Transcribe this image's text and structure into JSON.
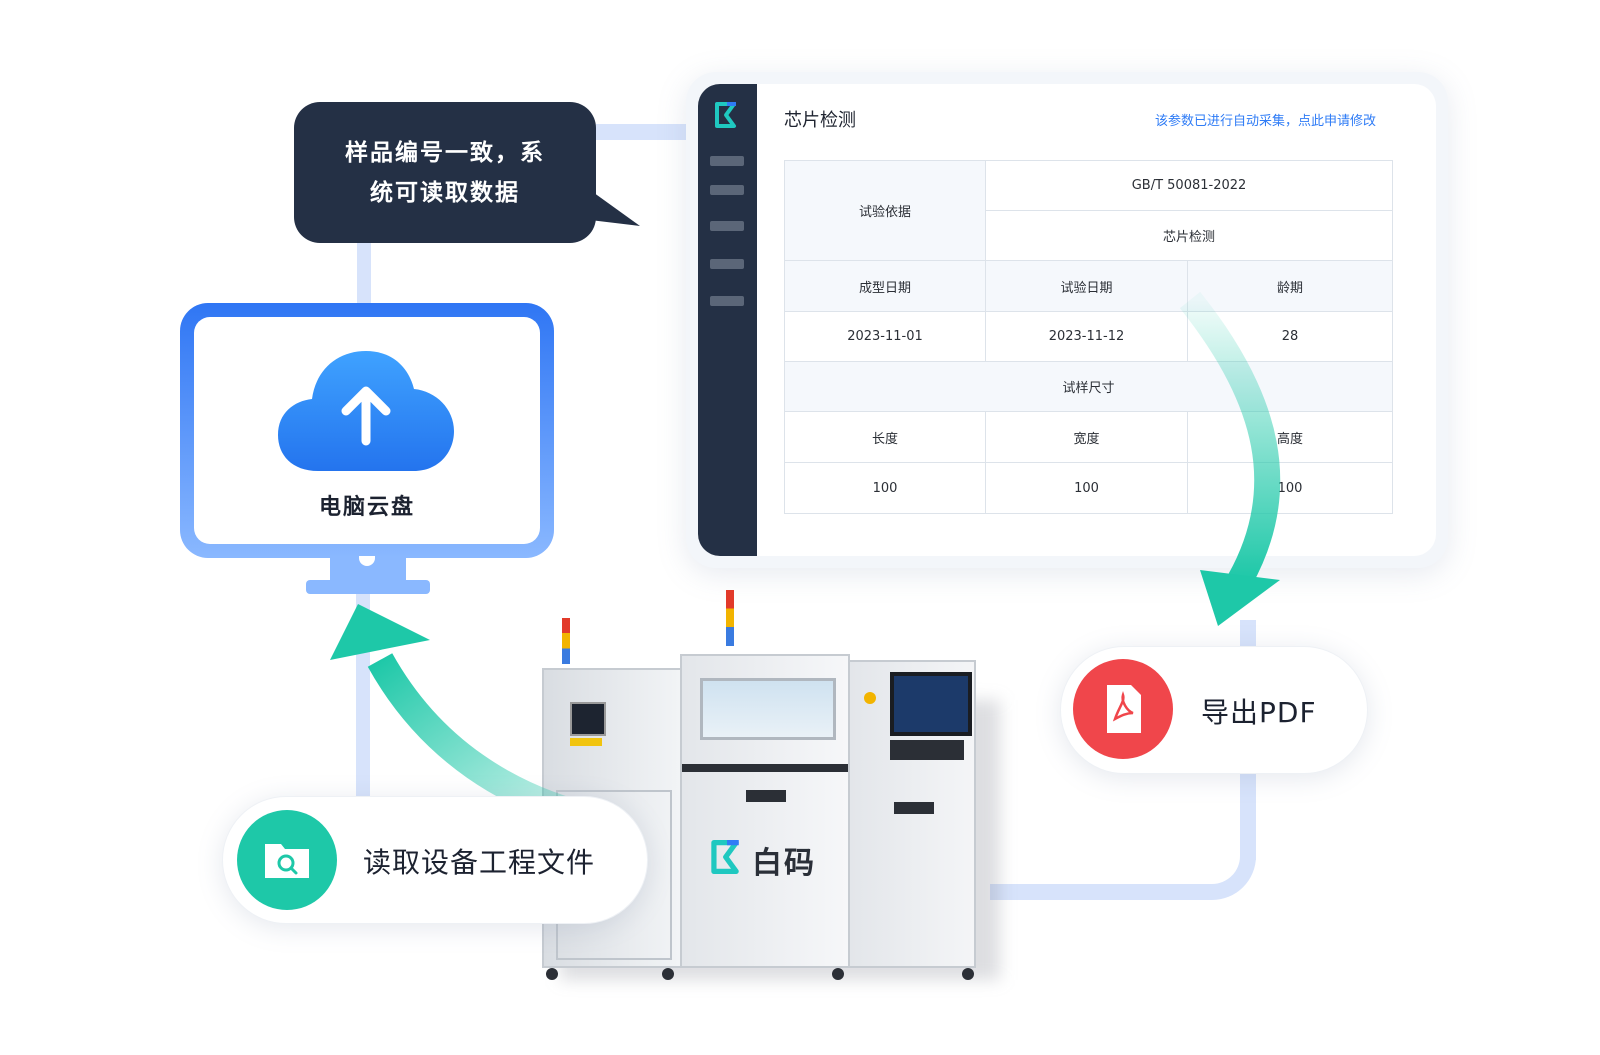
{
  "callout": {
    "line1": "样品编号一致，系",
    "line2": "统可读取数据"
  },
  "app": {
    "title": "芯片检测",
    "notice_link": "该参数已进行自动采集，点此申请修改",
    "table": {
      "basis_label": "试验依据",
      "standard": "GB/T 50081-2022",
      "test_name": "芯片检测",
      "headers": [
        "成型日期",
        "试验日期",
        "龄期"
      ],
      "values": [
        "2023-11-01",
        "2023-11-12",
        "28"
      ],
      "size_section": "试样尺寸",
      "size_headers": [
        "长度",
        "宽度",
        "高度"
      ],
      "size_values": [
        "100",
        "100",
        "100"
      ]
    }
  },
  "monitor": {
    "label": "电脑云盘"
  },
  "actions": {
    "export_pdf": "导出PDF",
    "read_files": "读取设备工程文件"
  },
  "machine": {
    "brand": "白码"
  },
  "colors": {
    "accent_blue": "#2f76f4",
    "teal": "#1ec8a8",
    "pdf_red": "#f0464b",
    "dark": "#243045"
  }
}
